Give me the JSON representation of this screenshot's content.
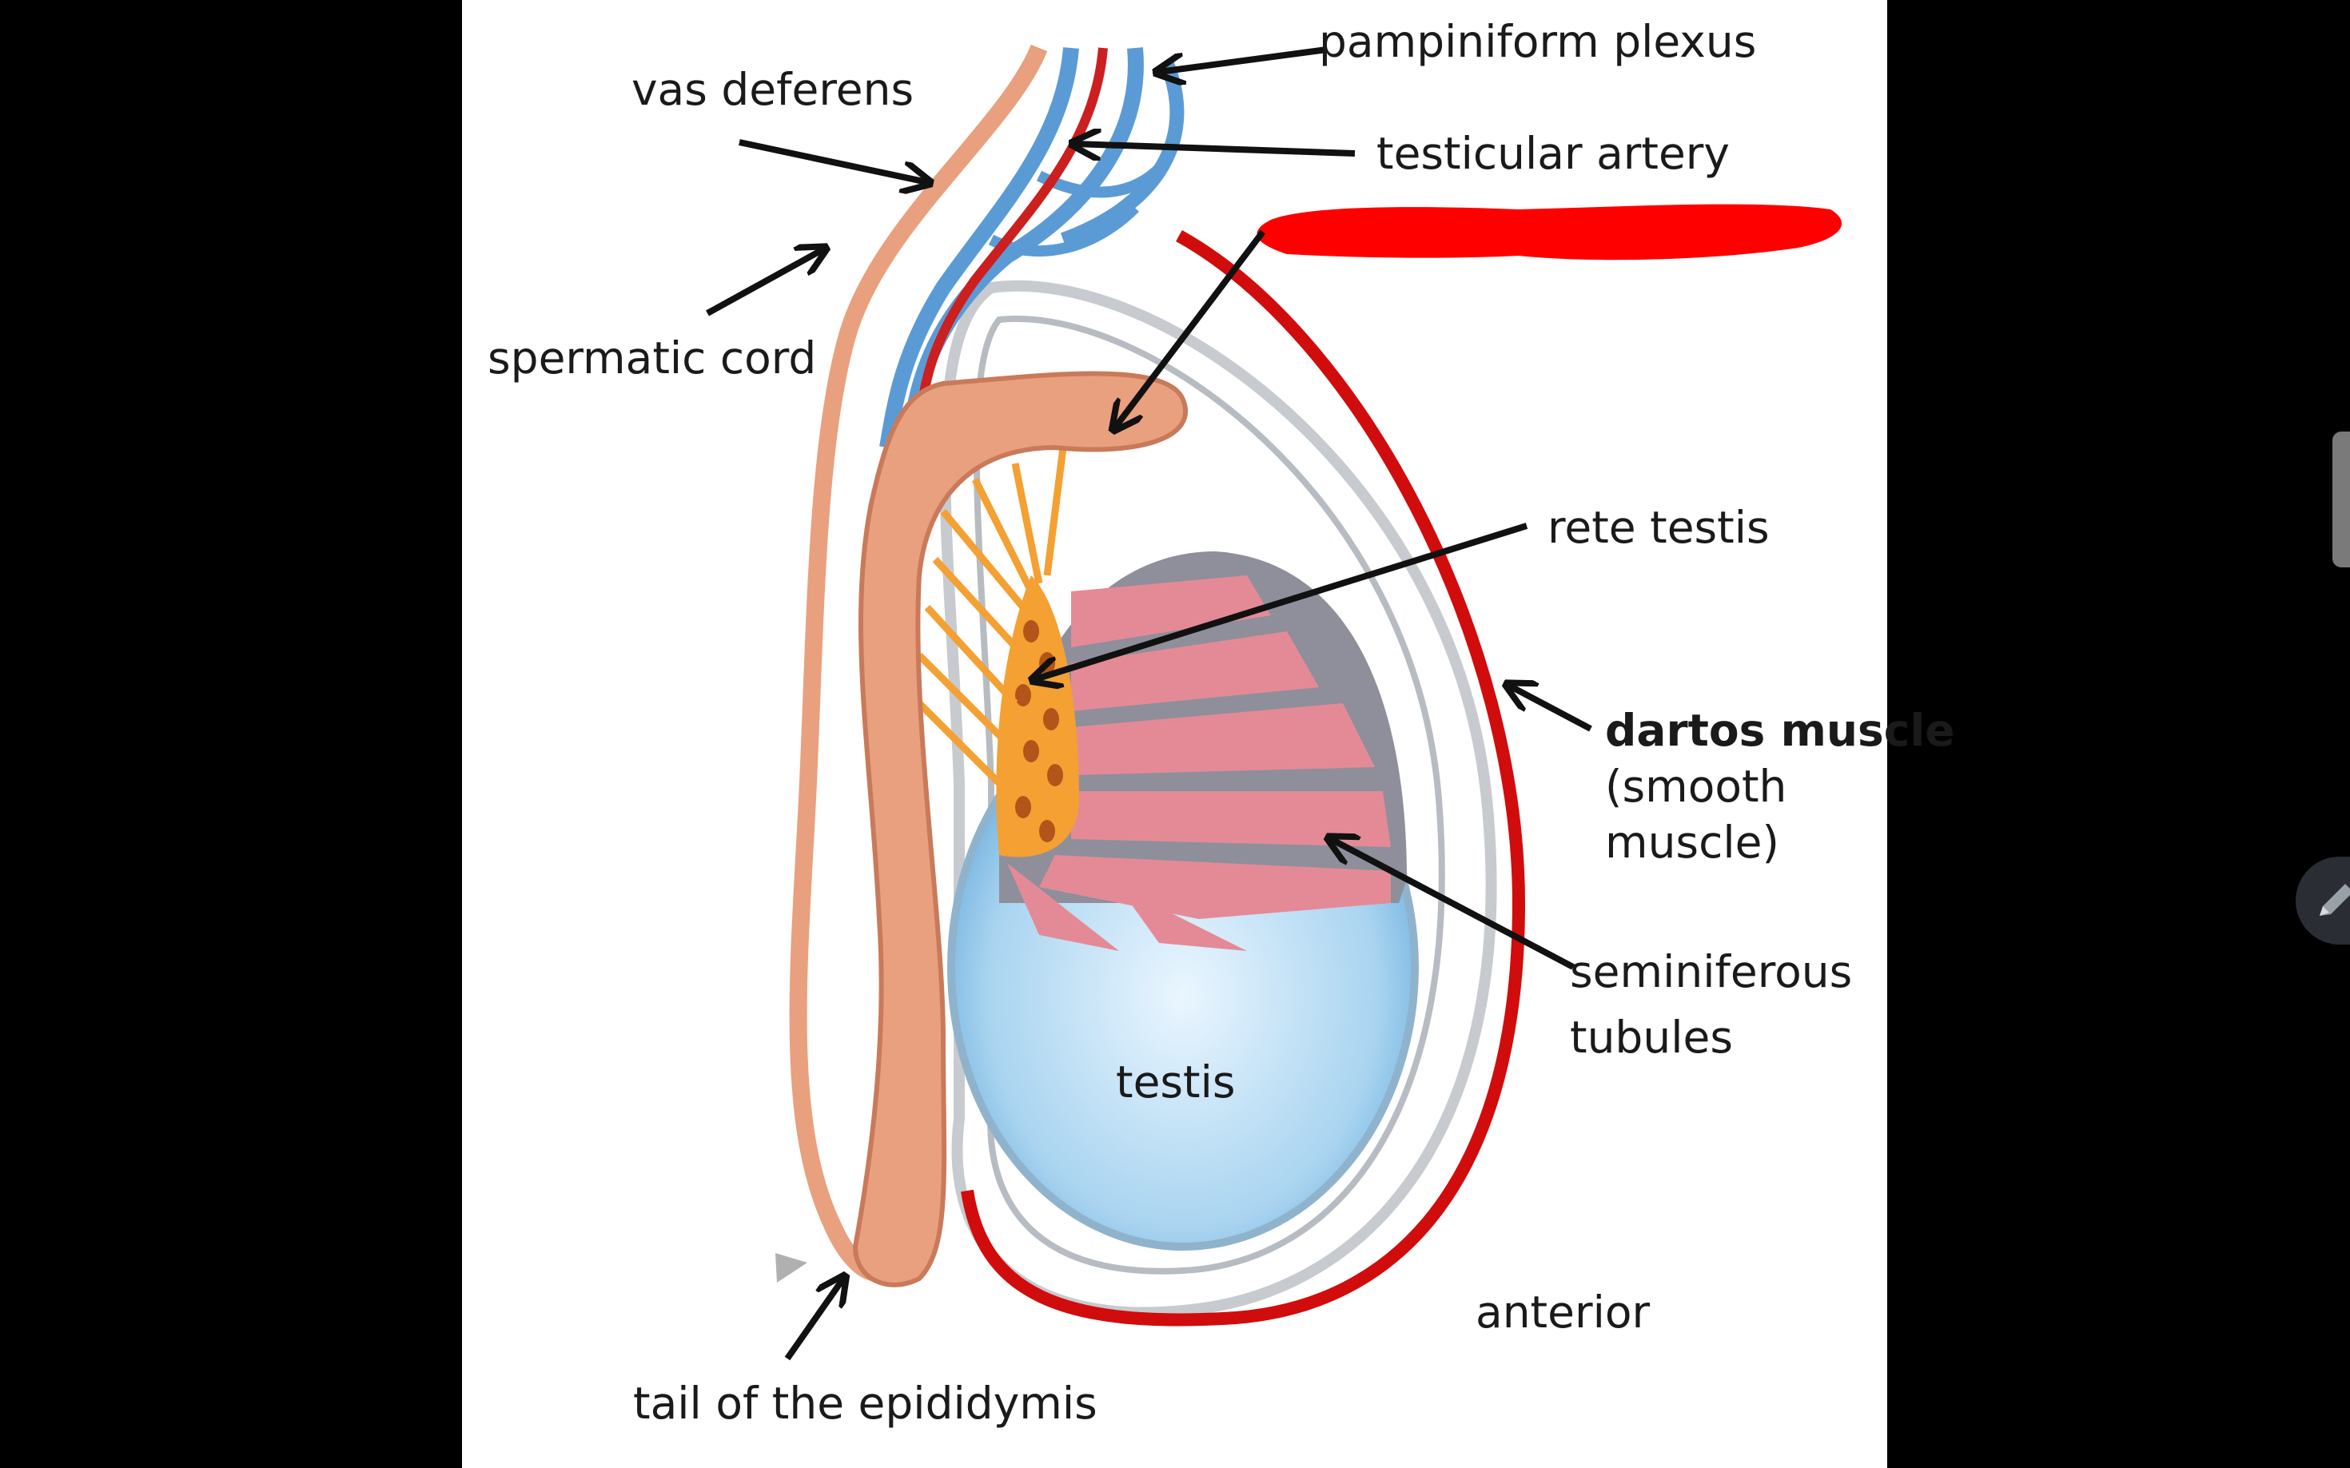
{
  "diagram": {
    "labels": {
      "pampiniform_plexus": "pampiniform plexus",
      "vas_deferens": "vas deferens",
      "testicular_artery": "testicular artery",
      "spermatic_cord": "spermatic cord",
      "rete_testis": "rete testis",
      "dartos_muscle": "dartos muscle",
      "dartos_smooth": "(smooth",
      "dartos_muscle_paren": "muscle)",
      "seminiferous": "seminiferous",
      "tubules": "tubules",
      "testis": "testis",
      "anterior": "anterior",
      "tail_epididymis": "tail of the epididymis"
    },
    "colors": {
      "epididymis": "#e9a07e",
      "epididymis_dark": "#c97a5a",
      "vein": "#5b9bd5",
      "artery": "#cc1f1f",
      "rete": "#f4a032",
      "tubules": "#e48a96",
      "testis_fill": "#a9d4f0",
      "capsule": "#d9dde2",
      "dartos_line": "#d10c0c",
      "redaction": "#ff0000",
      "arrow": "#111111"
    }
  },
  "ui": {
    "side_tab": "scrollbar-handle",
    "pen_button_icon": "pencil-icon"
  }
}
